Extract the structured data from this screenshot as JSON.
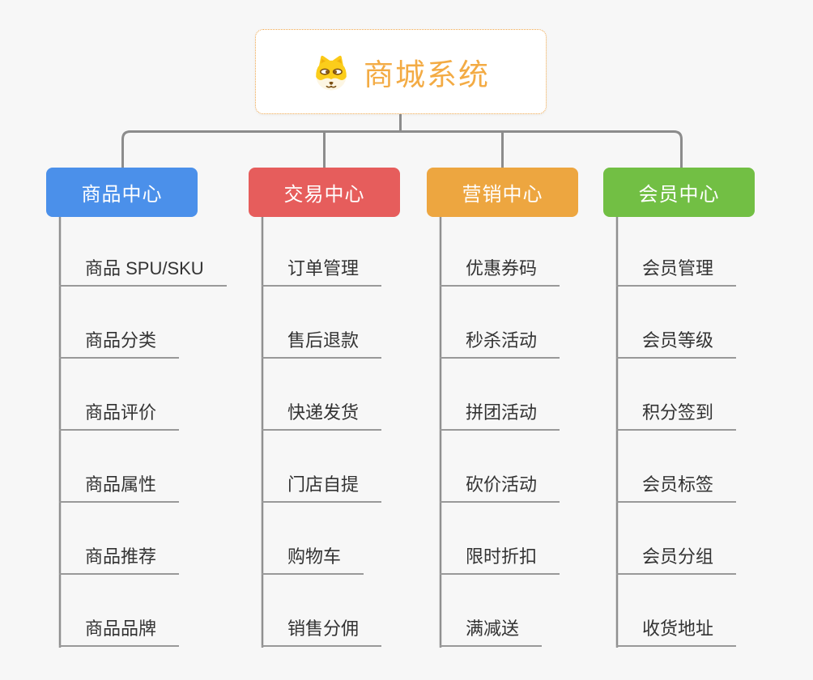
{
  "title": "商城系统",
  "root": {
    "label": "商城系统",
    "icon": "dog-face-icon",
    "text_color": "#f3ab44",
    "border_color": "#f0a64a"
  },
  "colors": {
    "connector": "#8c8c8c",
    "column_line": "#909090",
    "underline": "#999999",
    "item_text": "#333333"
  },
  "branches": [
    {
      "label": "商品中心",
      "color": "#4b90ea",
      "items": [
        "商品 SPU/SKU",
        "商品分类",
        "商品评价",
        "商品属性",
        "商品推荐",
        "商品品牌"
      ]
    },
    {
      "label": "交易中心",
      "color": "#e65d5c",
      "items": [
        "订单管理",
        "售后退款",
        "快递发货",
        "门店自提",
        "购物车",
        "销售分佣"
      ]
    },
    {
      "label": "营销中心",
      "color": "#eda640",
      "items": [
        "优惠券码",
        "秒杀活动",
        "拼团活动",
        "砍价活动",
        "限时折扣",
        "满减送"
      ]
    },
    {
      "label": "会员中心",
      "color": "#72bf44",
      "items": [
        "会员管理",
        "会员等级",
        "积分签到",
        "会员标签",
        "会员分组",
        "收货地址"
      ]
    }
  ]
}
